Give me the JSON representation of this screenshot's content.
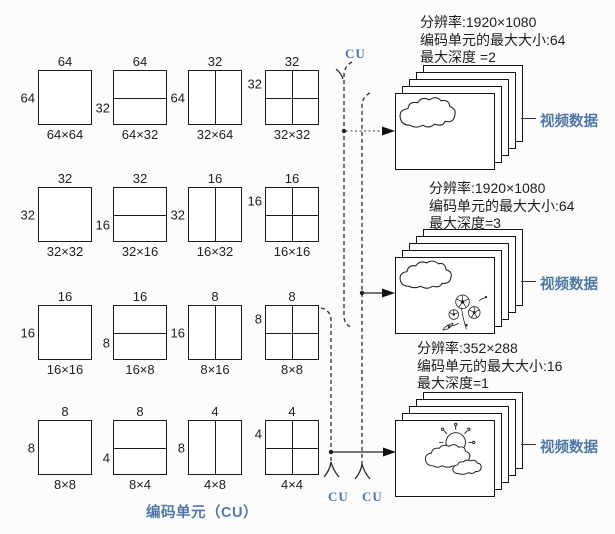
{
  "figure": {
    "caption": "编码单元（CU）",
    "cu_labels": {
      "top": "CU",
      "bottom_left": "CU",
      "bottom_right": "CU"
    }
  },
  "cu_grid": {
    "rows": [
      {
        "blocks": [
          {
            "top": "64",
            "left": "64",
            "size": "64×64",
            "split": "none"
          },
          {
            "top": "64",
            "left": "32",
            "size": "64×32",
            "split": "h"
          },
          {
            "top": "32",
            "left": "64",
            "size": "32×64",
            "split": "v"
          },
          {
            "top": "32",
            "left": "32",
            "size": "32×32",
            "split": "quad"
          }
        ]
      },
      {
        "blocks": [
          {
            "top": "32",
            "left": "32",
            "size": "32×32",
            "split": "none"
          },
          {
            "top": "32",
            "left": "16",
            "size": "32×16",
            "split": "h"
          },
          {
            "top": "16",
            "left": "32",
            "size": "16×32",
            "split": "v"
          },
          {
            "top": "16",
            "left": "16",
            "size": "16×16",
            "split": "quad"
          }
        ]
      },
      {
        "blocks": [
          {
            "top": "16",
            "left": "16",
            "size": "16×16",
            "split": "none"
          },
          {
            "top": "16",
            "left": "8",
            "size": "16×8",
            "split": "h"
          },
          {
            "top": "8",
            "left": "16",
            "size": "8×16",
            "split": "v"
          },
          {
            "top": "8",
            "left": "8",
            "size": "8×8",
            "split": "quad"
          }
        ]
      },
      {
        "blocks": [
          {
            "top": "8",
            "left": "8",
            "size": "8×8",
            "split": "none"
          },
          {
            "top": "8",
            "left": "4",
            "size": "8×4",
            "split": "h"
          },
          {
            "top": "4",
            "left": "8",
            "size": "4×8",
            "split": "v"
          },
          {
            "top": "4",
            "left": "4",
            "size": "4×4",
            "split": "quad"
          }
        ]
      }
    ]
  },
  "video_groups": [
    {
      "lines": [
        "分辨率:1920×1080",
        "编码单元的最大大小:64",
        "最大深度 =2"
      ],
      "label": "视频数据",
      "drawing": "cloud"
    },
    {
      "lines": [
        "分辨率:1920×1080",
        "编码单元的最大大小:64",
        "最大深度=3"
      ],
      "label": "视频数据",
      "drawing": "cloud-flowers"
    },
    {
      "lines": [
        "分辨率:352×288",
        "编码单元的最大大小:16",
        "最大深度=1"
      ],
      "label": "视频数据",
      "drawing": "sun-clouds"
    }
  ],
  "colors": {
    "accent_blue": "#4f78a7",
    "line": "#1c1c1c",
    "background": "#fcfcfb"
  }
}
